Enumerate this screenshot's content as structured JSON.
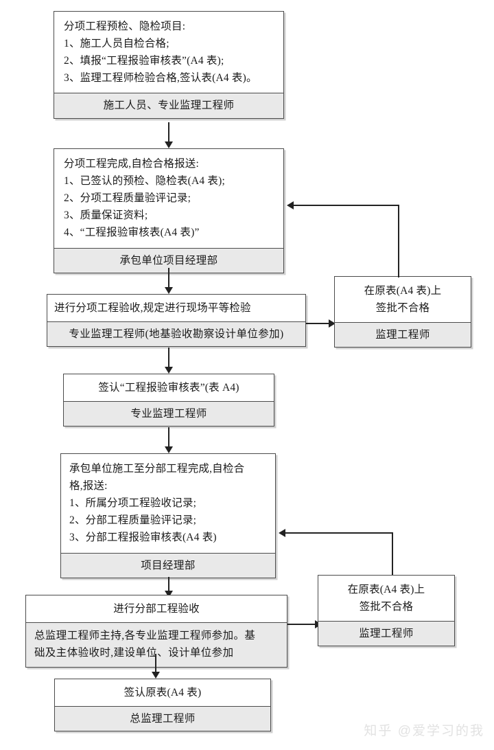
{
  "document": {
    "title": "分项、分部工程验收流程图",
    "watermark": "知乎 @爱学习的我",
    "colors": {
      "box_border": "#4a4a4a",
      "role_band": "#e9e9e9",
      "connector": "#222222",
      "background": "#ffffff",
      "watermark_text": "#e2e2e2"
    }
  },
  "nodes": {
    "n1_preinspect": {
      "body": [
        "分项工程预检、隐检项目:",
        "1、施工人员自检合格;",
        "2、填报“工程报验审核表”(A4 表);",
        "3、监理工程师检验合格,签认表(A4 表)。"
      ],
      "role": "施工人员、专业监理工程师"
    },
    "n2_subitem_done": {
      "body": [
        "分项工程完成,自检合格报送:",
        "1、已签认的预检、隐检表(A4 表);",
        "2、分项工程质量验评记录;",
        "3、质量保证资料;",
        "4、“工程报验审核表(A4 表)”"
      ],
      "role": "承包单位项目经理部"
    },
    "n3_subitem_accept": {
      "body": [
        "进行分项工程验收,规定进行现场平等检验"
      ],
      "role": "专业监理工程师(地基验收勘察设计单位参加)"
    },
    "n4_reject_upper": {
      "body": [
        "在原表(A4 表)上",
        "签批不合格"
      ],
      "role": "监理工程师"
    },
    "n5_sign_form": {
      "body": [
        "签认“工程报验审核表”(表 A4)"
      ],
      "role": "专业监理工程师"
    },
    "n6_division_done": {
      "body": [
        "承包单位施工至分部工程完成,自检合",
        "格,报送:",
        "1、所属分项工程验收记录;",
        "2、分部工程质量验评记录;",
        "3、分部工程报验审核表(A4 表)"
      ],
      "role": "项目经理部"
    },
    "n7_reject_lower": {
      "body": [
        "在原表(A4 表)上",
        "签批不合格"
      ],
      "role": "监理工程师"
    },
    "n8_division_accept": {
      "body": [
        "进行分部工程验收"
      ],
      "role": [
        "总监理工程师主持,各专业监理工程师参加。基",
        "础及主体验收时,建设单位、设计单位参加"
      ]
    },
    "n9_sign_original": {
      "body": [
        "签认原表(A4 表)"
      ],
      "role": "总监理工程师"
    }
  },
  "connectors": [
    {
      "name": "n1-to-n2",
      "type": "arrow-down",
      "label": ""
    },
    {
      "name": "n2-to-n3",
      "type": "arrow-down",
      "label": ""
    },
    {
      "name": "n3-to-reject-upper",
      "type": "arrow-right",
      "label": ""
    },
    {
      "name": "reject-upper-to-n2",
      "type": "feedback-loop",
      "label": ""
    },
    {
      "name": "n3-to-n5",
      "type": "arrow-down",
      "label": ""
    },
    {
      "name": "n5-to-n6",
      "type": "arrow-down",
      "label": ""
    },
    {
      "name": "n6-to-n8",
      "type": "arrow-down",
      "label": ""
    },
    {
      "name": "n8-to-reject-lower",
      "type": "arrow-right",
      "label": ""
    },
    {
      "name": "reject-lower-to-n6",
      "type": "feedback-loop",
      "label": ""
    },
    {
      "name": "n8-to-n9",
      "type": "arrow-down",
      "label": ""
    }
  ]
}
